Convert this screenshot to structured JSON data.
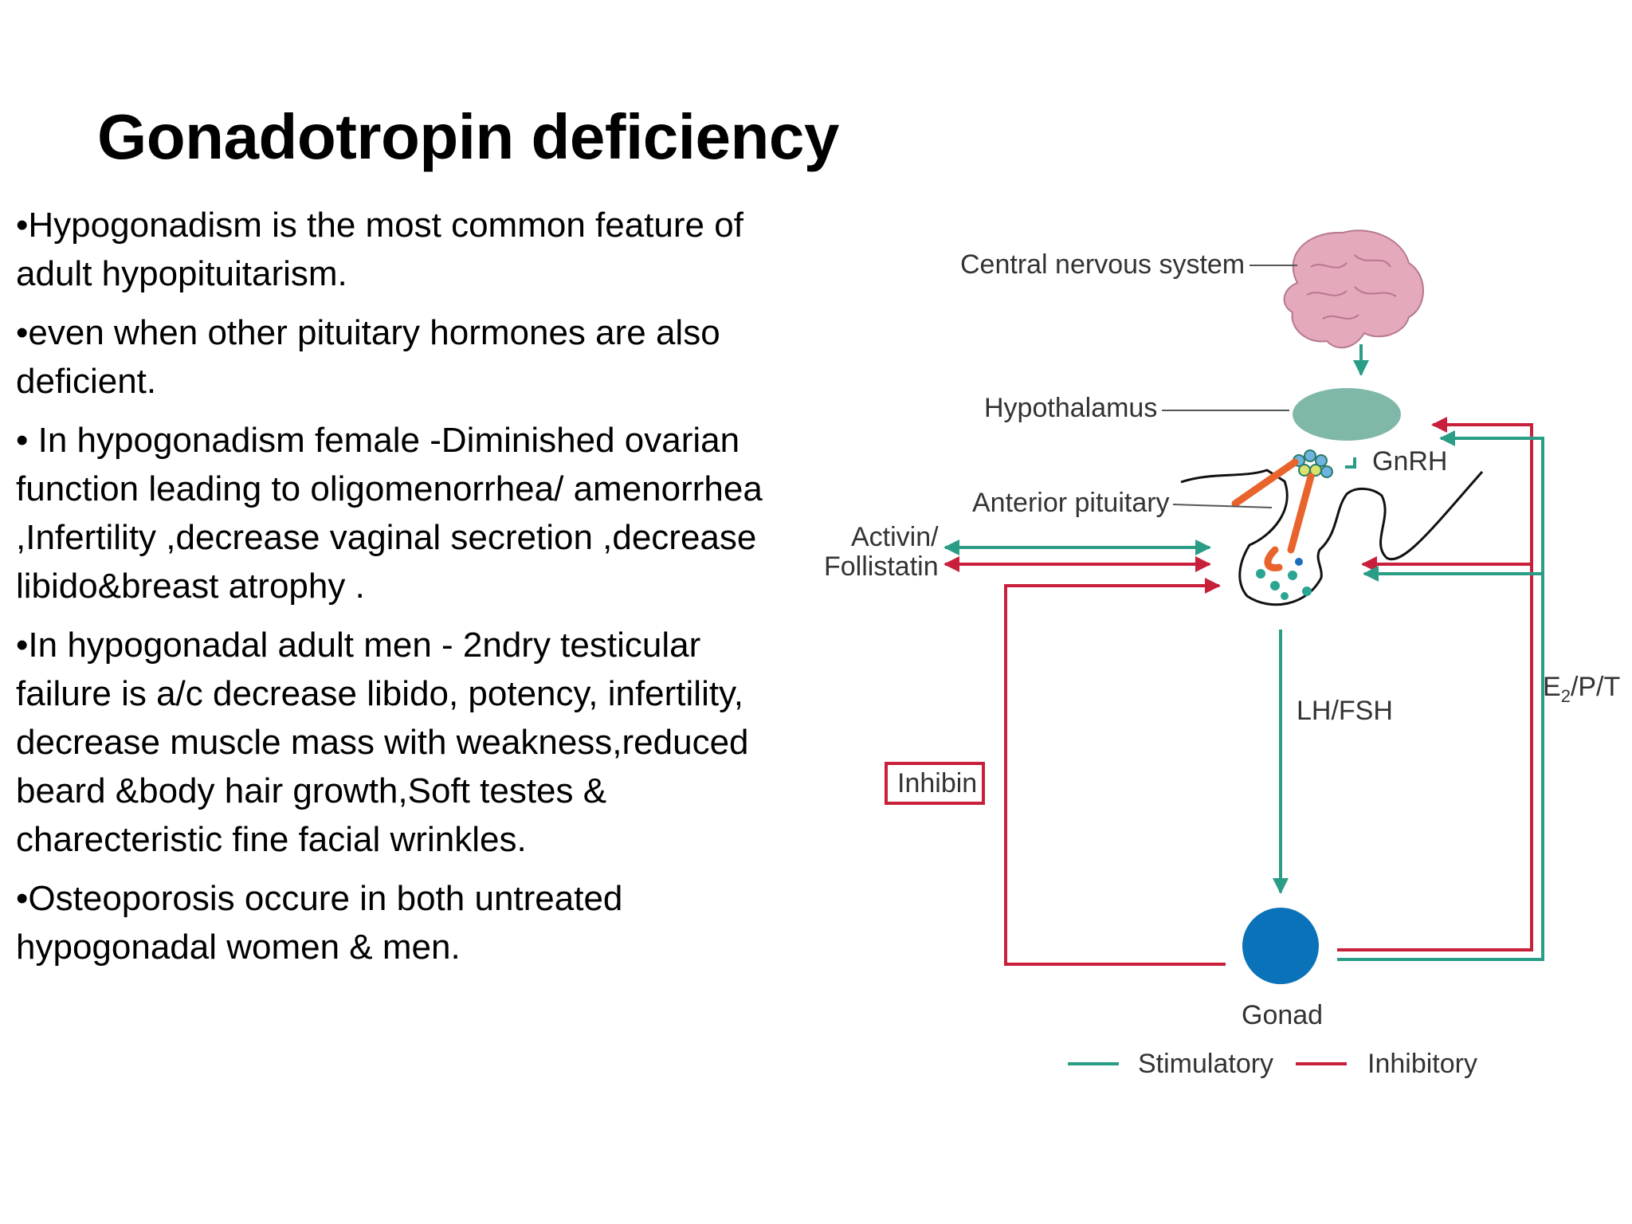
{
  "slide": {
    "title": "Gonadotropin deficiency",
    "bullets": [
      "•Hypogonadism is the most common feature of adult hypopituitarism.",
      "•even when other pituitary hormones are also deficient.",
      "• In hypogonadism female -Diminished ovarian function leading to oligomenorrhea/ amenorrhea ,Infertility ,decrease vaginal secretion ,decrease libido&breast atrophy .",
      "•In hypogonadal adult men - 2ndry testicular failure is a/c decrease libido, potency, infertility, decrease muscle mass with weakness,reduced beard &body hair growth,Soft testes & charecteristic fine facial wrinkles.",
      "•Osteoporosis occure in both untreated hypogonadal women & men."
    ]
  },
  "figure": {
    "labels": {
      "cns": "Central nervous system",
      "hypothalamus": "Hypothalamus",
      "gnrh": "GnRH",
      "anterior_pituitary": "Anterior pituitary",
      "activin_line1": "Activin/",
      "activin_line2": "Follistatin",
      "lh_fsh": "LH/FSH",
      "e2pt": "E2/P/T",
      "inhibin": "Inhibin",
      "gonad": "Gonad"
    },
    "legend": {
      "stimulatory": "Stimulatory",
      "inhibitory": "Inhibitory"
    },
    "colors": {
      "stimulatory": "#2a9d86",
      "inhibitory": "#c8203a",
      "hypothalamus": "#7fb8a8",
      "gonad": "#0a72b8",
      "portal_vessels": "#e8642c",
      "brain": "#e4a9bb"
    }
  }
}
